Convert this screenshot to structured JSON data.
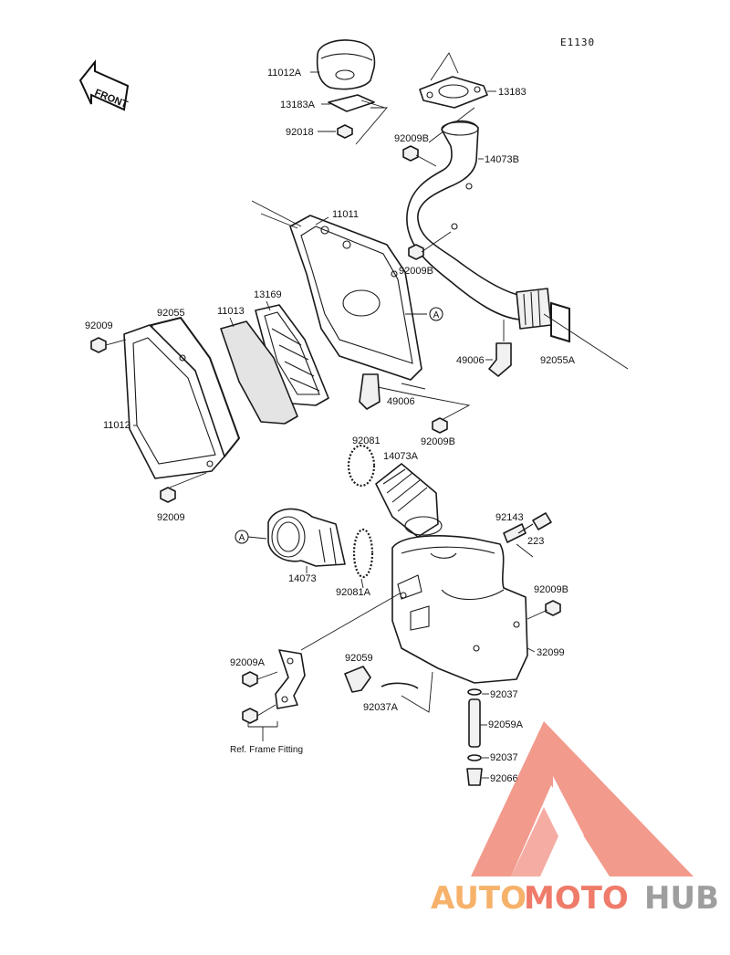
{
  "diagram_code": "E1130",
  "front_label": "FRONT",
  "ref_label": "Ref. Frame Fitting",
  "watermark": {
    "auto": "AUTO",
    "moto": "MOTO",
    "hub": "HUB"
  },
  "colors": {
    "watermark_red": "#ef7b6a",
    "watermark_orange": "#f6b26b",
    "watermark_gray": "#9e9e9e"
  },
  "parts": {
    "p11012A": "11012A",
    "p13183A": "13183A",
    "p92018": "92018",
    "p13183": "13183",
    "p92009B_top": "92009B",
    "p14073B": "14073B",
    "p11011": "11011",
    "p92009B_mid": "92009B",
    "p13169": "13169",
    "p11013": "11013",
    "p92055": "92055",
    "p92009_a": "92009",
    "pA_1": "A",
    "p49006_r": "49006",
    "p92055A": "92055A",
    "p49006_c": "49006",
    "p11012": "11012",
    "p92009B_low": "92009B",
    "p92009_b": "92009",
    "p92081": "92081",
    "p14073A": "14073A",
    "p92143": "92143",
    "p223": "223",
    "pA_2": "A",
    "p14073": "14073",
    "p92081A": "92081A",
    "p92009B_bot": "92009B",
    "p92009A": "92009A",
    "p92059": "92059",
    "p32099": "32099",
    "p92037A": "92037A",
    "p92037_1": "92037",
    "p92059A": "92059A",
    "p92037_2": "92037",
    "p92066": "92066"
  }
}
